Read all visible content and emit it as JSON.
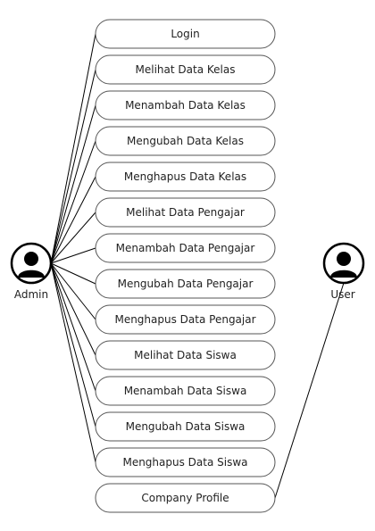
{
  "actors": {
    "admin": {
      "label": "Admin"
    },
    "user": {
      "label": "User"
    }
  },
  "use_cases": [
    "Login",
    "Melihat Data Kelas",
    "Menambah Data Kelas",
    "Mengubah Data Kelas",
    "Menghapus Data Kelas",
    "Melihat Data Pengajar",
    "Menambah Data Pengajar",
    "Mengubah Data Pengajar",
    "Menghapus Data Pengajar",
    "Melihat Data Siswa",
    "Menambah Data Siswa",
    "Mengubah Data Siswa",
    "Menghapus Data Siswa",
    "Company Profile"
  ],
  "links": {
    "admin": [
      "Login",
      "Melihat Data Kelas",
      "Menambah Data Kelas",
      "Mengubah Data Kelas",
      "Menghapus Data Kelas",
      "Melihat Data Pengajar",
      "Menambah Data Pengajar",
      "Mengubah Data Pengajar",
      "Menghapus Data Pengajar",
      "Melihat Data Siswa",
      "Menambah Data Siswa",
      "Mengubah Data Siswa",
      "Menghapus Data Siswa"
    ],
    "user": [
      "Company Profile"
    ]
  }
}
